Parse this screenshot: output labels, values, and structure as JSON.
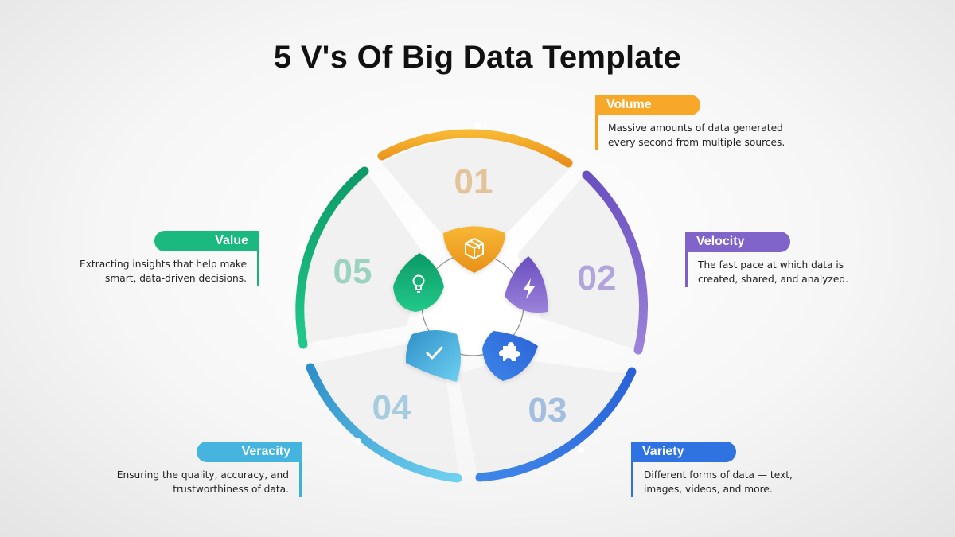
{
  "title": "5 V's Of Big Data Template",
  "colors": {
    "volume": "#F2A21B",
    "velocity": "#7B5FC6",
    "variety": "#2F6FE0",
    "veracity": "#3FB0DB",
    "value": "#17B27A"
  },
  "segments": [
    {
      "key": "volume",
      "number": "01",
      "icon": "box-icon",
      "label": "Volume",
      "description": [
        "Massive amounts of data generated",
        "every second from multiple sources."
      ]
    },
    {
      "key": "velocity",
      "number": "02",
      "icon": "lightning-icon",
      "label": "Velocity",
      "description": [
        "The fast pace at which data is",
        "created, shared, and analyzed."
      ]
    },
    {
      "key": "variety",
      "number": "03",
      "icon": "puzzle-icon",
      "label": "Variety",
      "description": [
        "Different forms of data — text,",
        "images, videos, and more."
      ]
    },
    {
      "key": "veracity",
      "number": "04",
      "icon": "checkmark-icon",
      "label": "Veracity",
      "description": [
        "Ensuring the quality, accuracy, and",
        "trustworthiness of data."
      ]
    },
    {
      "key": "value",
      "number": "05",
      "icon": "lightbulb-icon",
      "label": "Value",
      "description": [
        "Extracting insights that help make",
        "smart, data-driven decisions."
      ]
    }
  ]
}
